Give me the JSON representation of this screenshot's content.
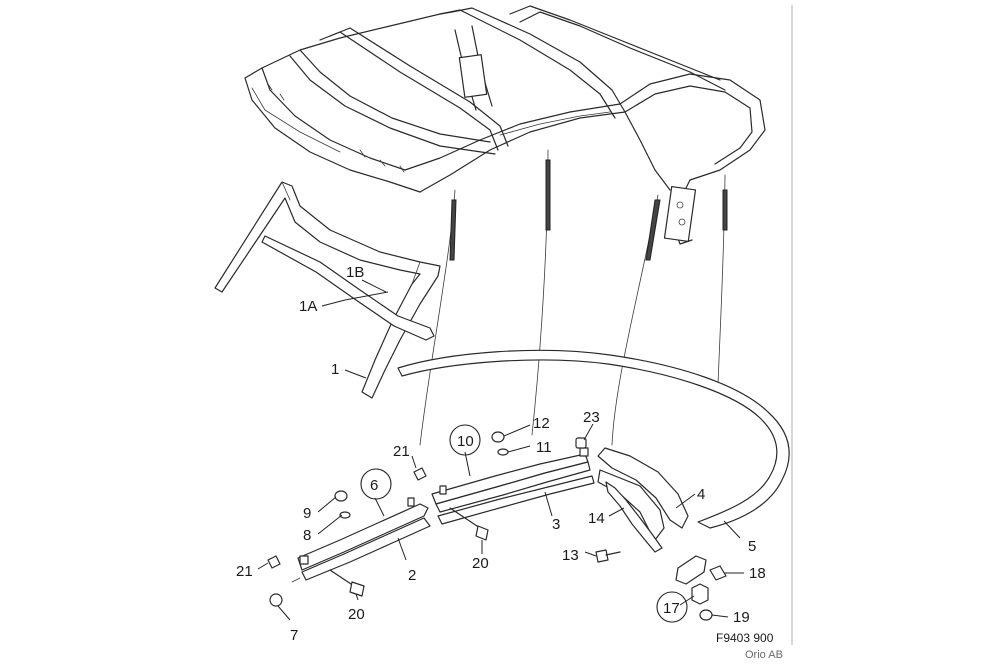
{
  "labels": {
    "l1": "1",
    "l1a": "1A",
    "l1b": "1B",
    "l2": "2",
    "l3": "3",
    "l4": "4",
    "l5": "5",
    "l6": "6",
    "l7": "7",
    "l8": "8",
    "l9": "9",
    "l10": "10",
    "l11": "11",
    "l12": "12",
    "l13": "13",
    "l14": "14",
    "l17": "17",
    "l18": "18",
    "l19": "19",
    "l20a": "20",
    "l20b": "20",
    "l21a": "21",
    "l21b": "21",
    "l23": "23"
  },
  "reference": {
    "code": "F9403 900",
    "publisher": "Orio AB"
  }
}
